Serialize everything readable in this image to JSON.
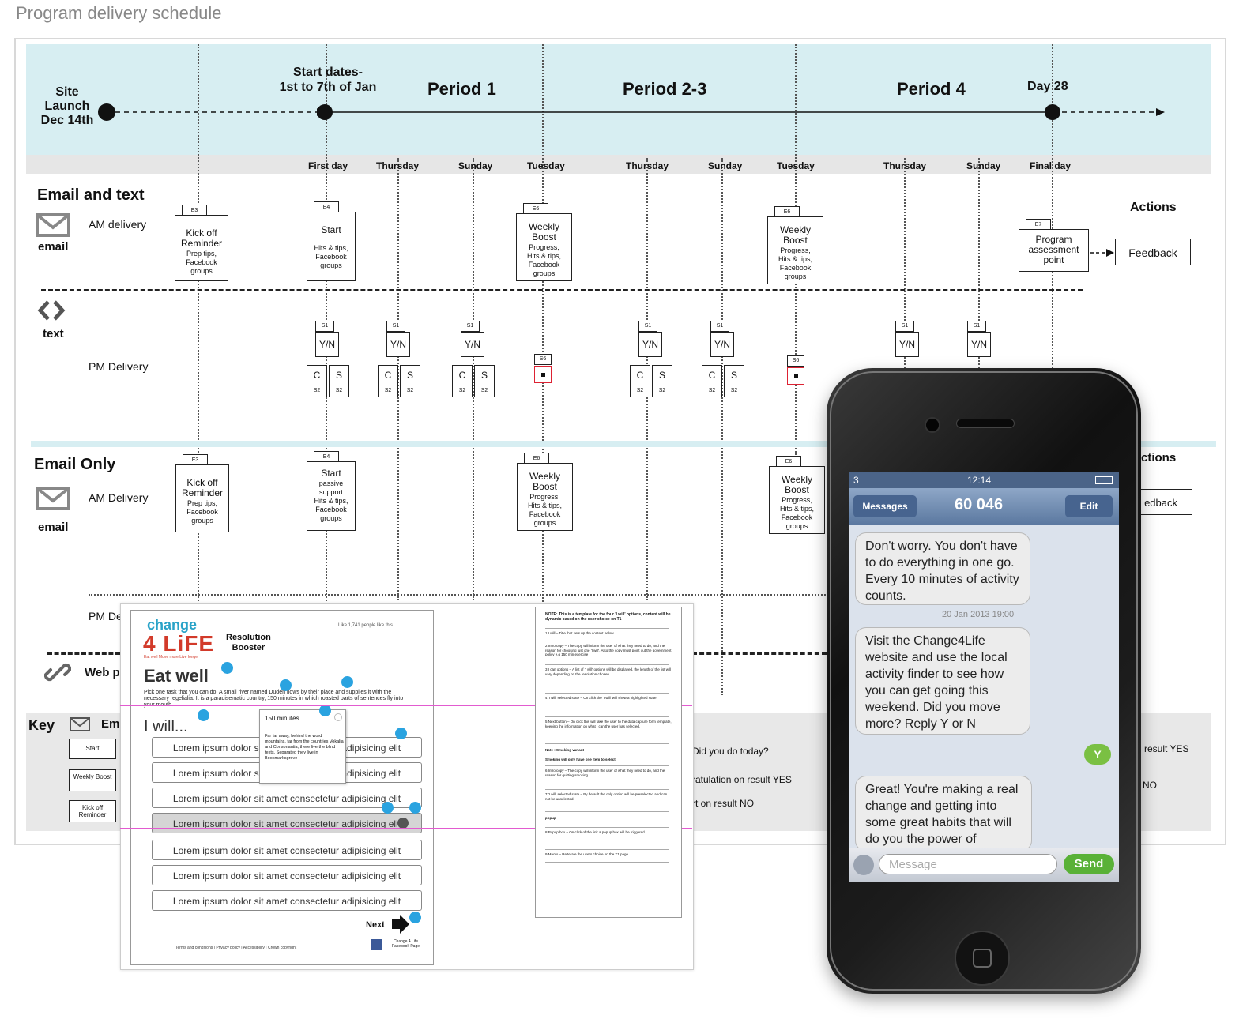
{
  "caption": "Program delivery schedule",
  "timeline": {
    "site_launch": [
      "Site",
      "Launch",
      "Dec 14th"
    ],
    "start_dates": [
      "Start dates-",
      "1st to 7th of Jan"
    ],
    "periods": [
      "Period 1",
      "Period 2-3",
      "Period 4"
    ],
    "day28": "Day 28",
    "days": [
      "First day",
      "Thursday",
      "Sunday",
      "Tuesday",
      "Thursday",
      "Sunday",
      "Tuesday",
      "Thursday",
      "Sunday",
      "Final day"
    ]
  },
  "section1": {
    "title": "Email and text",
    "email_label": "email",
    "am_delivery": "AM delivery",
    "text_label": "text",
    "pm_delivery": "PM Delivery",
    "actions": "Actions",
    "feedback": "Feedback",
    "docs": [
      {
        "tab": "E3",
        "title": [
          "Kick off",
          "Reminder"
        ],
        "sub": [
          "Prep tips,",
          "Facebook",
          "groups"
        ]
      },
      {
        "tab": "E4",
        "title": [
          "Start"
        ],
        "sub": [
          "Hits & tips,",
          "Facebook",
          "groups"
        ]
      },
      {
        "tab": "E6",
        "title": [
          "Weekly",
          "Boost"
        ],
        "sub": [
          "Progress,",
          "Hits & tips,",
          "Facebook",
          "groups"
        ]
      },
      {
        "tab": "E6",
        "title": [
          "Weekly",
          "Boost"
        ],
        "sub": [
          "Progress,",
          "Hits & tips,",
          "Facebook",
          "groups"
        ]
      },
      {
        "tab": "E7",
        "title": [
          "Program",
          "assessment",
          "point"
        ],
        "sub": []
      }
    ],
    "sms": {
      "s1": "S1",
      "yn": "Y/N",
      "c": "C",
      "s": "S",
      "s2": "S2",
      "s6": "S6"
    }
  },
  "section2": {
    "title": "Email Only",
    "am_delivery": "AM Delivery",
    "email_label": "email",
    "pm_delivery": "PM De",
    "web": "Web p",
    "actions": "ctions",
    "feedback": "edback",
    "docs": [
      {
        "tab": "E3",
        "title": [
          "Kick off",
          "Reminder"
        ],
        "sub": [
          "Prep tips,",
          "Facebook",
          "groups"
        ]
      },
      {
        "tab": "E4",
        "title": [
          "Start"
        ],
        "sub": [
          "passive",
          "support",
          "",
          "Hits & tips,",
          "Facebook",
          "groups"
        ]
      },
      {
        "tab": "E6",
        "title": [
          "Weekly",
          "Boost"
        ],
        "sub": [
          "Progress,",
          "Hits & tips,",
          "Facebook",
          "groups"
        ]
      },
      {
        "tab": "E6",
        "title": [
          "Weekly",
          "Boost"
        ],
        "sub": [
          "Progress,",
          "Hits & tips,",
          "Facebook",
          "groups"
        ]
      }
    ]
  },
  "key": {
    "title": "Key",
    "email": "Em",
    "items": [
      "Start",
      "Weekly Boost",
      "Kick off Reminder"
    ],
    "texts": [
      "Did you do today?",
      "ratulation on result YES",
      "rt on result NO"
    ],
    "right": [
      "result YES",
      "NO"
    ]
  },
  "wireframe": {
    "logo_top": "change",
    "logo_bottom": "4 LiFE",
    "logo_tag": "Eat well  Move more  Live longer",
    "booster": [
      "Resolution",
      "Booster"
    ],
    "like": "Like  1,741 people like this.",
    "heading": "Eat well",
    "intro": "Pick one task that you can do. A small river named Duden flows by their place and supplies it with the necessary regelialia. It is a paradisematic country, 150 minutes in which roasted parts of sentences fly into your mouth.",
    "iwill": "I will...",
    "popup_title": "150 minutes",
    "popup_body": "Far far away, behind the word mountains, far from the countries Vokalia and Consonantia, there live the blind texts. Separated they live in Bookmarksgrove",
    "options": [
      "Lorem ipsum dolor sit amet consectetur adipisicing elit",
      "Lorem ipsum dolor sit amet consectetur adipisicing elit",
      "Lorem ipsum dolor sit amet consectetur adipisicing elit",
      "Lorem ipsum dolor sit amet consectetur adipisicing elit",
      "Lorem ipsum dolor sit amet consectetur adipisicing elit",
      "Lorem ipsum dolor sit amet consectetur adipisicing elit",
      "Lorem ipsum dolor sit amet consectetur adipisicing elit"
    ],
    "next": "Next",
    "fb": [
      "Change 4 Life",
      "Facebook Page"
    ],
    "footer": "Terms and conditions | Privacy policy | Accessibility | Crown copyright"
  },
  "notes": {
    "title": "NOTE: This is a template for the four 'I will' options, content will be dynamic based on the user choice on T1",
    "items": [
      "1  I will – Title that sets up the context below",
      "2  Intro copy – The copy will inform the user of what they need to do, and the reason for choosing just one 'I will'. Also the copy must point out the government policy e.g 150 min exercise",
      "3  I can options – A list of 'I will' options will be displayed, the length of the list will vary depending on the resolution chosen.",
      "4  'I will' selected state – On click the 'I will' will show a highlighted state.",
      "5  Next button – On click this will take the user to the data capture form template, keeping the information on what I can the user has selected.",
      "Note : Smoking variant",
      "Smoking will only have one item to select.",
      "6  Intro copy – The copy will inform the user of what they need to do, and the reason for quitting smoking.",
      "7  'I will' selected state – By default the only option will be preselected and can not be unselected.",
      "popup",
      "8  Popup box – On click of the link a popup box will be triggered.",
      "9  Macro – Reiterate the users choice on the T1 page."
    ]
  },
  "phone": {
    "status_left": "3",
    "time": "12:14",
    "back": "Messages",
    "contact": "60 046",
    "edit": "Edit",
    "msg1": "Don't worry. You don't have to do everything in one go. Every 10 minutes of activity counts.",
    "timestamp": "20 Jan 2013 19:00",
    "msg2": "Visit the Change4Life website and use the local activity finder to see how you can get going this weekend. Did you move more? Reply Y or N",
    "reply": "Y",
    "msg3": "Great! You're making a real change and getting into some great habits that will do you the power of",
    "placeholder": "Message",
    "send": "Send"
  }
}
